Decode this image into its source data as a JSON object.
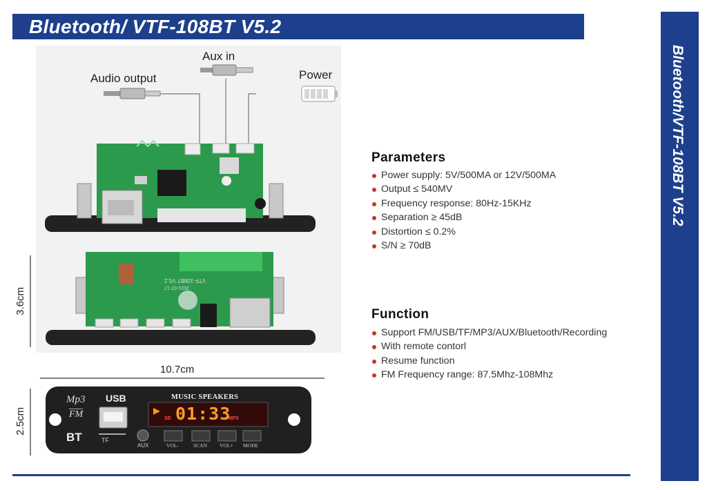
{
  "header": {
    "title": "Bluetooth/ VTF-108BT V5.2"
  },
  "sidebar": {
    "title": "Bluetooth/VTF-108BT V5.2"
  },
  "ports": {
    "aux_in": "Aux in",
    "audio_output": "Audio output",
    "power": "Power"
  },
  "dimensions": {
    "height_board": "3.6cm",
    "width": "10.7cm",
    "height_panel": "2.5cm"
  },
  "parameters": {
    "title": "Parameters",
    "items": [
      "Power supply: 5V/500MA or 12V/500MA",
      "Output ≤ 540MV",
      "Frequency response: 80Hz-15KHz",
      "Separation ≥ 45dB",
      "Distortion ≤ 0.2%",
      "S/N ≥ 70dB"
    ]
  },
  "function": {
    "title": "Function",
    "items": [
      "Support FM/USB/TF/MP3/AUX/Bluetooth/Recording",
      "With remote contorl",
      "Resume function",
      "FM Frequency range: 87.5Mhz-108Mhz"
    ]
  },
  "board_back": {
    "model": "VTF-108BT V5.2",
    "date": "2021-07-17"
  },
  "panel": {
    "logo_mp3": "Mp3",
    "logo_fm": "FM",
    "usb": "USB",
    "bt": "BT",
    "tf": "TF",
    "aux": "AUX",
    "heading": "MUSIC SPEAKERS",
    "display_time": "01:33",
    "display_sd": "SD",
    "display_mp3": "MP3",
    "buttons": [
      "VOL-",
      "SCAN",
      "VOL+",
      "MODE"
    ]
  }
}
